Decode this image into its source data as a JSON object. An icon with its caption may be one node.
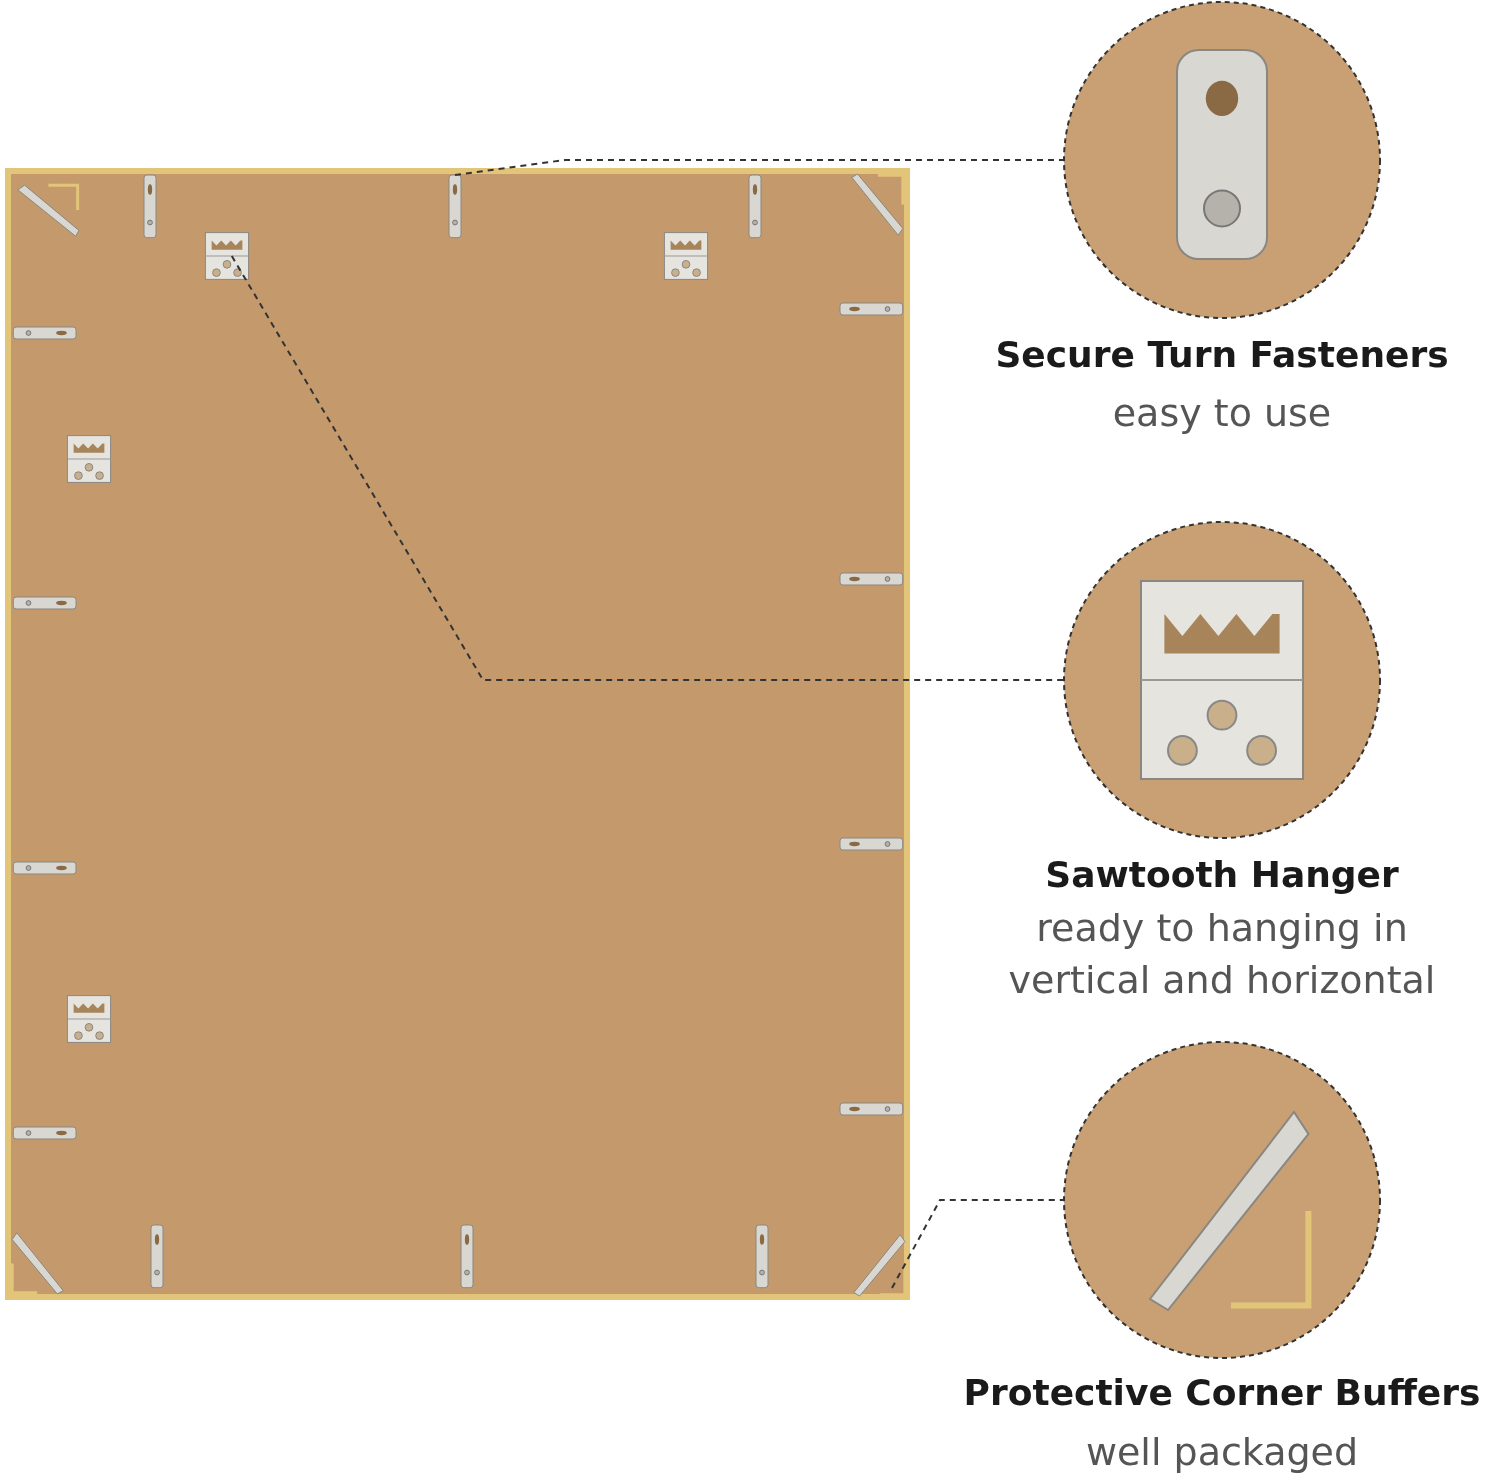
{
  "diagram": {
    "nodes": [
      {
        "text": [],
        "shape": "picture"
      },
      {
        "text": [],
        "shape": "picture",
        "in": 0
      },
      {
        "text": [],
        "shape": "picture",
        "in": 0
      },
      {
        "text": [],
        "shape": "picture",
        "in": 0
      },
      {
        "text": [
          "Secure Turn Fasteners",
          "easy to use"
        ]
      },
      {
        "text": [
          "Sawtooth Hanger",
          "ready to hanging in vertical and horizontal"
        ]
      },
      {
        "text": [
          "Protective Corner Buffers",
          "well packaged"
        ]
      }
    ],
    "edges": [
      {
        "from": 1,
        "to": 4,
        "arrow": "none",
        "style": "dashed"
      },
      {
        "from": 2,
        "to": 5,
        "arrow": "none",
        "style": "dashed"
      },
      {
        "from": 3,
        "to": 6,
        "arrow": "none",
        "style": "dashed"
      }
    ]
  }
}
